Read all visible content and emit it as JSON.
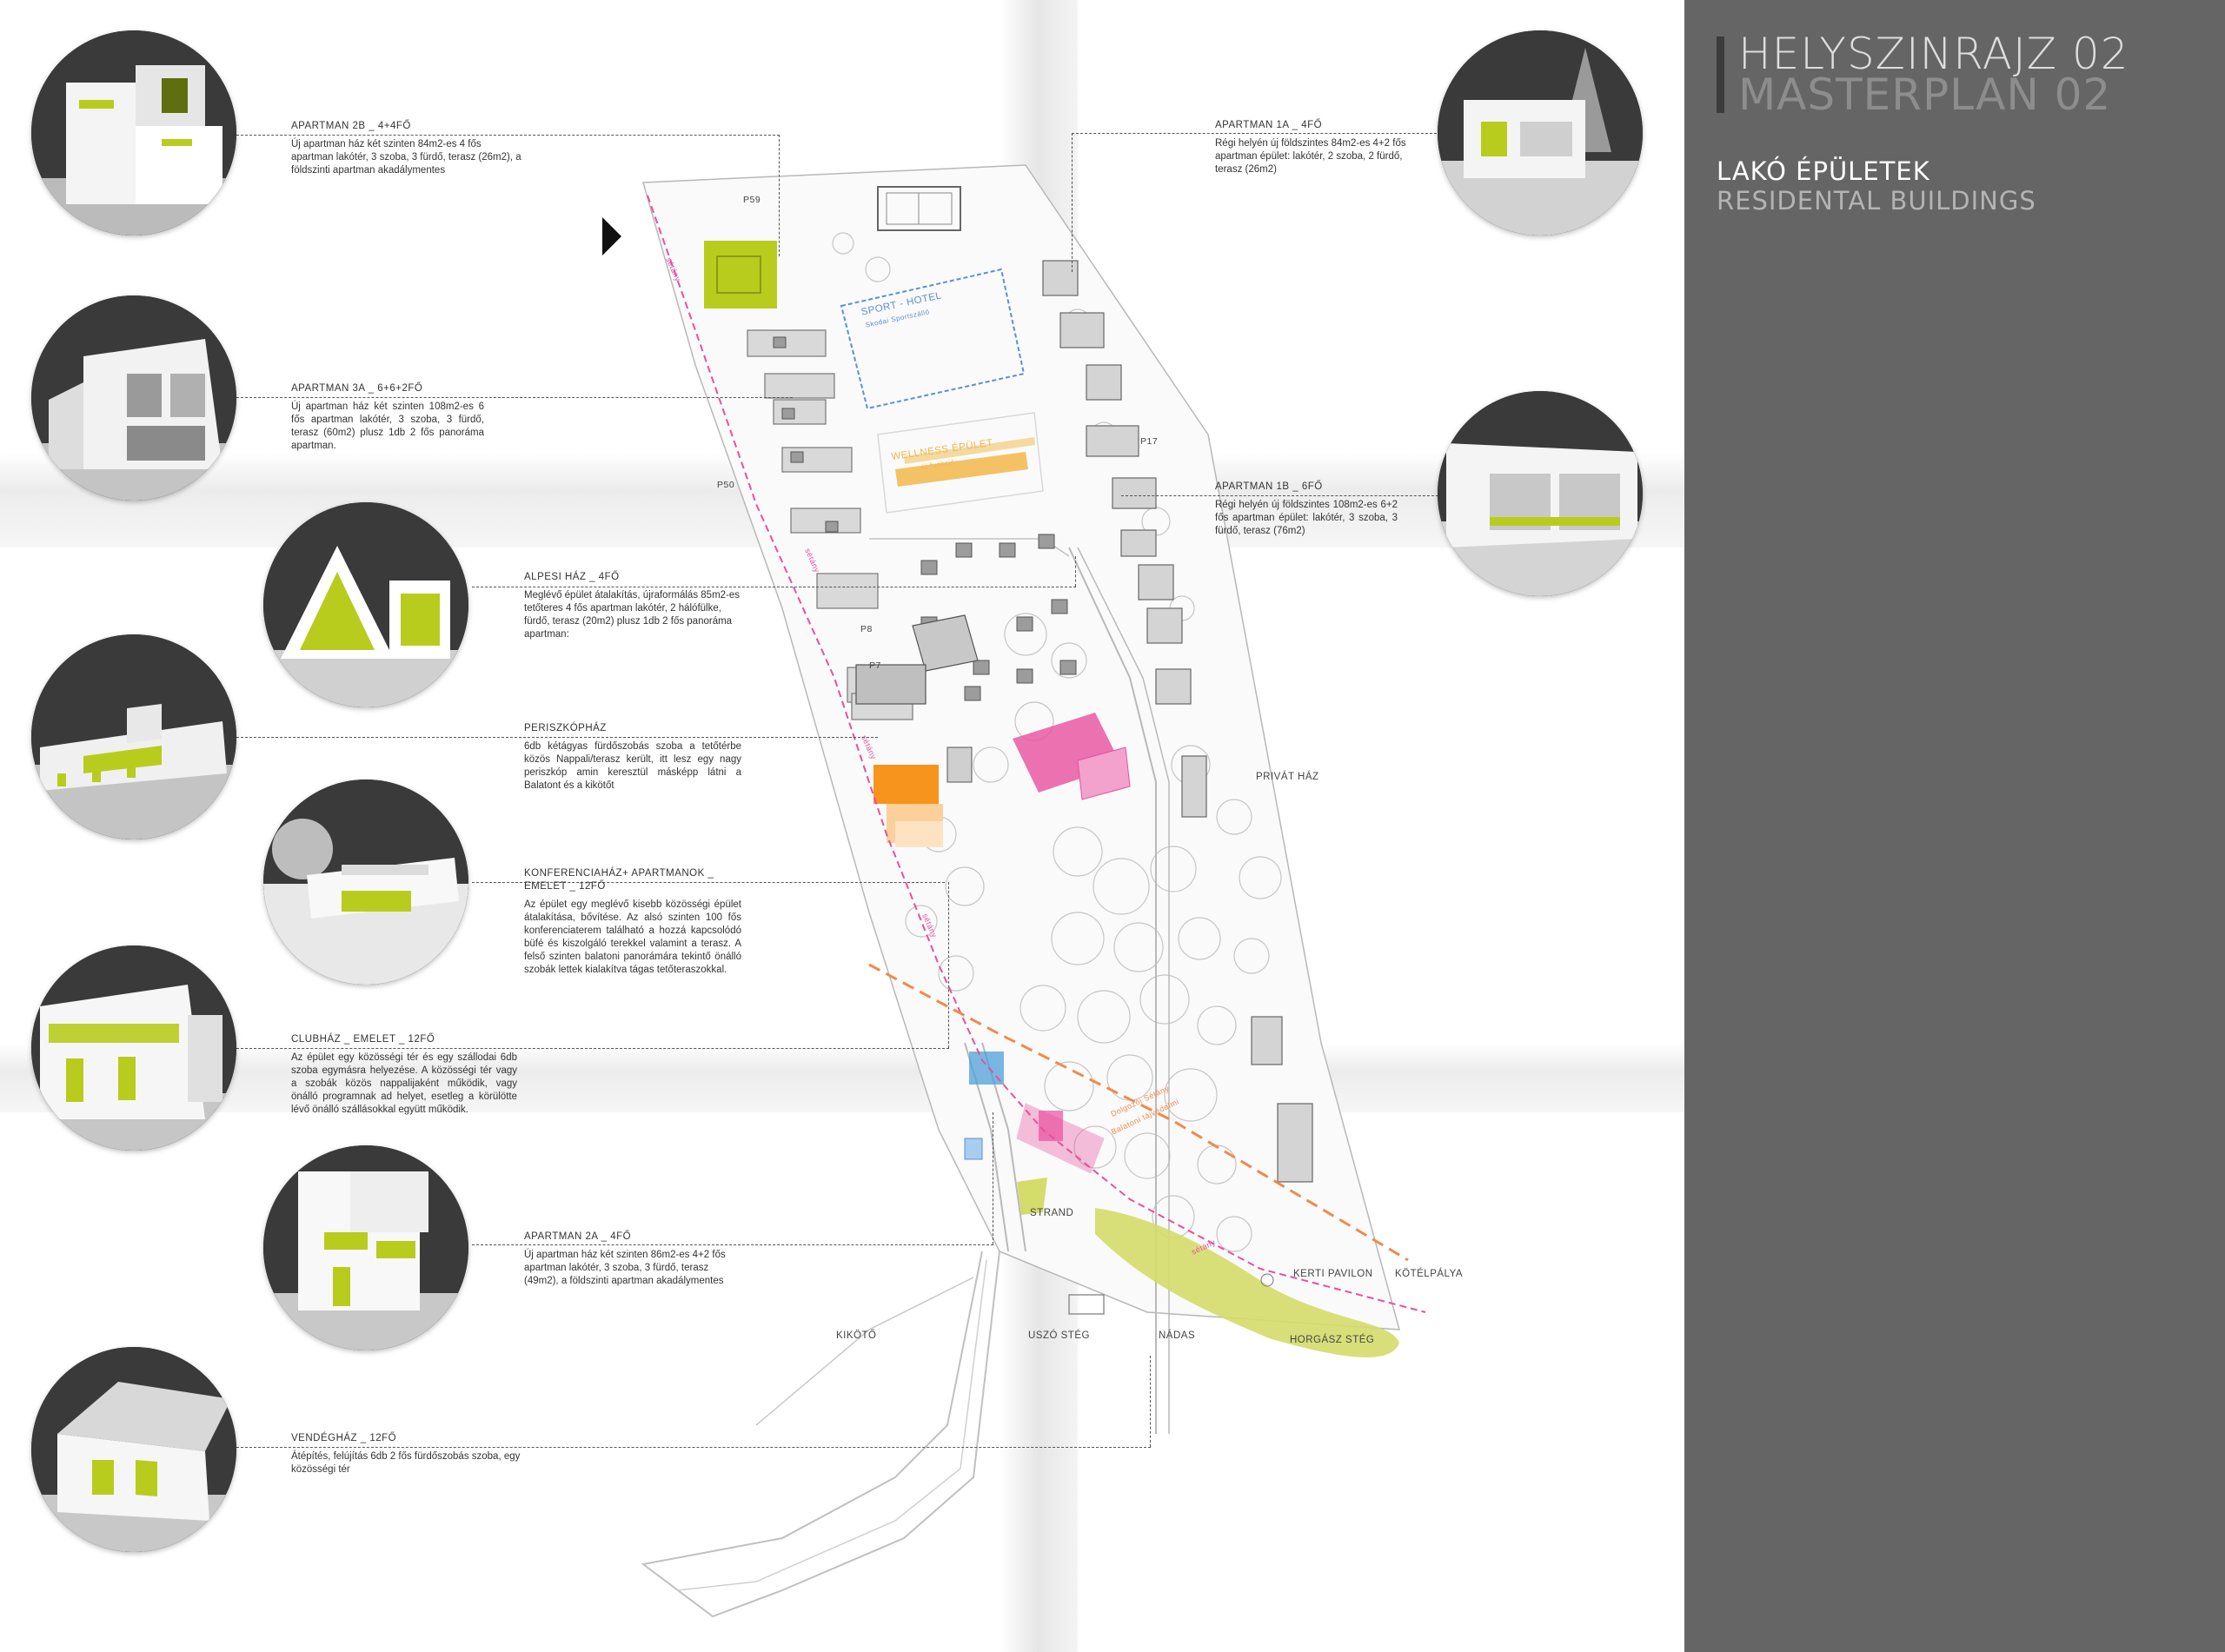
{
  "sidebar": {
    "title_line1": "HELYSZINRAJZ 02",
    "title_line2": "MASTERPLAN  02",
    "subtitle_line1": "LAKÓ ÉPÜLETEK",
    "subtitle_line2": "RESIDENTAL BUILDINGS"
  },
  "annotations": [
    {
      "heading": "APARTMAN 2B _ 4+4FŐ",
      "body": "Új apartman ház két szinten 84m2-es 4 fős apartman  lakótér, 3 szoba, 3 fürdő, terasz (26m2), a földszinti apartman akadálymentes"
    },
    {
      "heading": "APARTMAN 3A _ 6+6+2FŐ",
      "body": "Új apartman ház két szinten 108m2-es 6 fős apartman  lakótér, 3 szoba, 3 fürdő, terasz (60m2) plusz 1db 2 fős panoráma apartman."
    },
    {
      "heading": "ALPESI HÁZ _ 4FŐ",
      "body": "Meglévő épület átalakítás, újraformálás 85m2-es tetőteres 4 fős apartman lakótér, 2 hálófülke, fürdő, terasz (20m2) plusz 1db 2 fős panoráma apartman:"
    },
    {
      "heading": "PERISZKÓPHÁZ",
      "body": "6db kétágyas fürdőszobás szoba a tetőtérbe közös Nappali/terasz került, itt lesz egy nagy periszkóp amin keresztül másképp látni a Balatont és a kikötőt"
    },
    {
      "heading": "KONFERENCIAHÁZ+ APARTMANOK _ EMELET _ 12FŐ",
      "body": "Az épület egy meglévő kisebb közösségi épület átalakítása, bővítése. Az alsó szinten 100 fős konferenciaterem található a hozzá kapcsolódó büfé és kiszolgáló terekkel valamint a terasz. A felső szinten balatoni panorámára tekintő önálló szobák lettek kialakítva tágas tetőteraszokkal."
    },
    {
      "heading": "CLUBHÁZ _ EMELET _ 12FŐ",
      "body": "Az épület egy közösségi tér és egy szállodai 6db szoba egymásra helyezése. A közösségi tér vagy a szobák közös nappalijaként működik, vagy önálló programnak ad helyet, esetleg a körülötte lévő önálló szállásokkal együtt működik."
    },
    {
      "heading": "APARTMAN 2A _ 4FŐ",
      "body": "Új apartman ház két szinten 86m2-es 4+2 fős apartman  lakótér, 3 szoba, 3 fürdő, terasz (49m2), a földszinti apartman akadálymentes"
    },
    {
      "heading": "VENDÉGHÁZ _ 12FŐ",
      "body": "Átépítés, felújítás 6db 2 fős fürdőszobás szoba, egy közösségi tér"
    },
    {
      "heading": "APARTMAN 1A _ 4FŐ",
      "body": "Régi helyén új földszintes 84m2-es 4+2 fős apartman épület: lakótér, 2 szoba, 2 fürdő, terasz (26m2)"
    },
    {
      "heading": "APARTMAN 1B _ 6FŐ",
      "body": "Régi helyén új földszintes 108m2-es 6+2 fős apartman épület: lakótér, 3 szoba, 3 fürdő, terasz (76m2)"
    }
  ],
  "map_labels": {
    "p59": "P59",
    "p50": "P50",
    "p17": "P17",
    "p8": "P8",
    "p7": "P7",
    "sport_hotel": "SPORT - HOTEL",
    "sport_hotel_sub": "Skodai Sportszálló",
    "wellness": "WELLNESS ÉPÜLET",
    "wellness_sub": "új funkció",
    "privat_haz": "PRIVÁT HÁZ",
    "strand": "STRAND",
    "kerti_pavilon": "KERTI PAVILON",
    "kotelpalya": "KÖTÉLPÁLYA",
    "kikoto": "KIKÖTŐ",
    "uszo_steg": "USZÓ STÉG",
    "nadas": "NÁDAS",
    "horgasz_steg": "HORGÁSZ STÉG",
    "path1": "sétány",
    "path2": "sétány",
    "path3": "sétány",
    "path4": "sétány",
    "path5": "sétány",
    "shore1": "Dolgozói Sétány",
    "shore2": "Balatoni tájvédelmi"
  },
  "colors": {
    "sidebar": "#656565",
    "accent_green": "#b8cc1e",
    "hotel_blue": "#5b8fd8",
    "wellness_orange": "#f2b64a",
    "pink": "#e84f9e",
    "orange": "#f7941d",
    "reed_green": "#d4dc6a",
    "waterline_orange": "#f08a4b"
  }
}
